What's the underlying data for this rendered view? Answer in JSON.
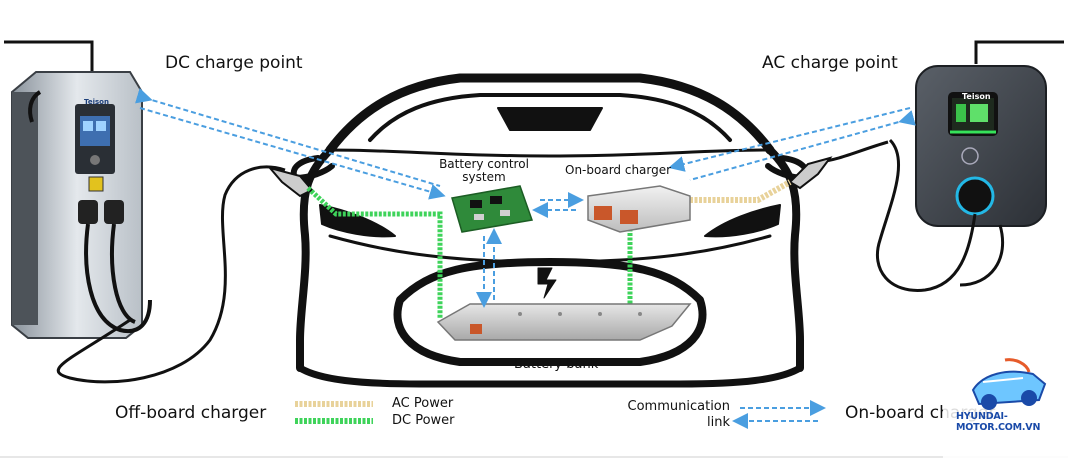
{
  "labels": {
    "dc_charge_point": "DC charge point",
    "ac_charge_point": "AC charge point",
    "battery_control_system": "Battery control system",
    "on_board_charger_top": "On-board charger",
    "battery_bank": "Battery bank",
    "off_board_charger": "Off-board charger",
    "on_board_charger_bottom": "On-board charger"
  },
  "legend": {
    "ac_power": "AC Power",
    "dc_power": "DC Power",
    "communication_link": "Communication link"
  },
  "brand": {
    "dc_station": "Teison",
    "ac_wallbox": "Teison"
  },
  "watermark": {
    "text": "HYUNDAI-MOTOR.COM.VN"
  },
  "colors": {
    "dc_power": "#3ed35a",
    "ac_power": "#e8d29a",
    "communication": "#4a9ee0",
    "outline": "#111111"
  }
}
